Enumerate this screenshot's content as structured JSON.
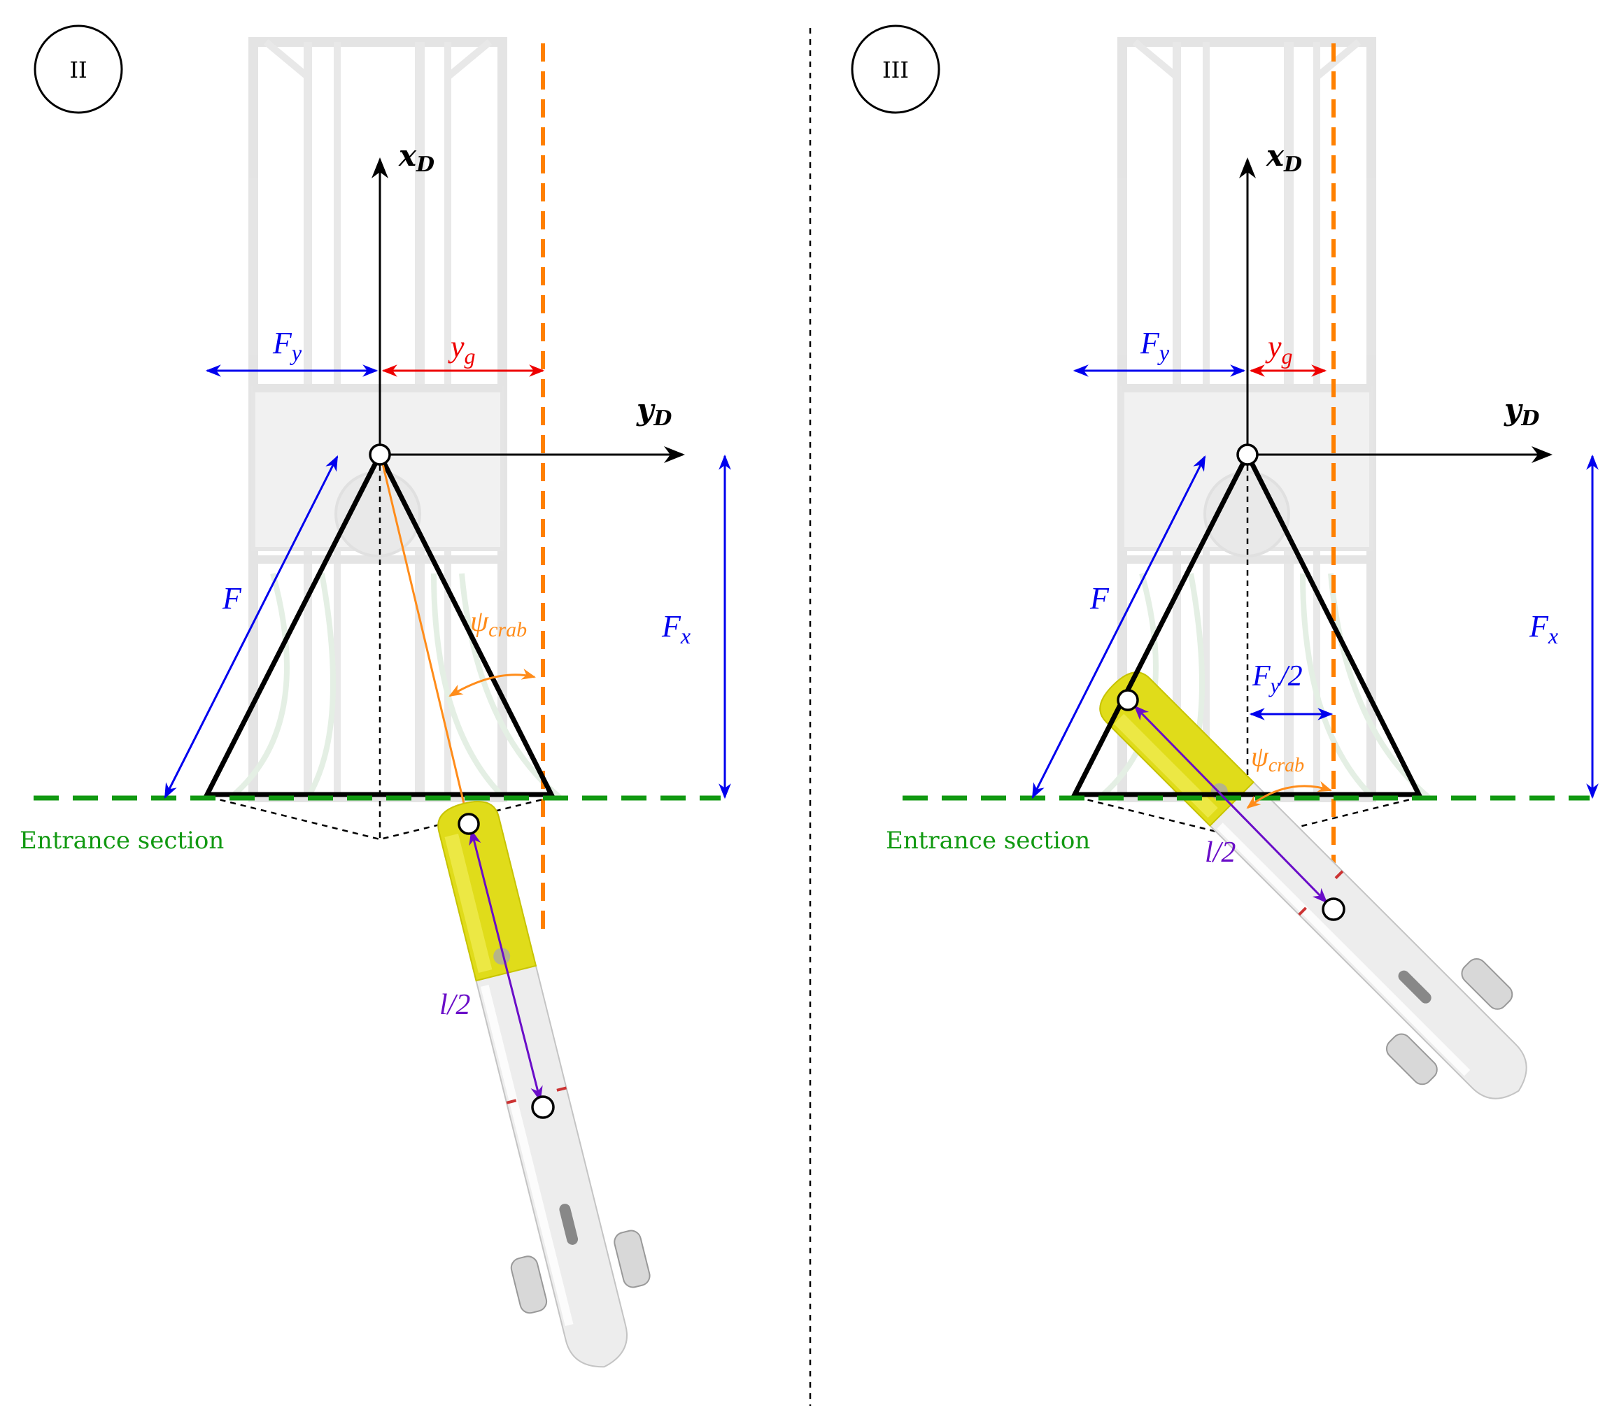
{
  "panels": [
    {
      "id": "II",
      "label": "II",
      "axis_x": "x",
      "axis_x_sub": "D",
      "axis_y": "y",
      "axis_y_sub": "D",
      "fy_label": "F",
      "fy_sub": "y",
      "yg_label": "y",
      "yg_sub": "g",
      "f_label": "F",
      "fx_label": "F",
      "fx_sub": "x",
      "psi_label": "ψ",
      "psi_sub": "crab",
      "half_len_label": "l/2",
      "entrance_label": "Entrance section"
    },
    {
      "id": "III",
      "label": "III",
      "axis_x": "x",
      "axis_x_sub": "D",
      "axis_y": "y",
      "axis_y_sub": "D",
      "fy_label": "F",
      "fy_sub": "y",
      "yg_label": "y",
      "yg_sub": "g",
      "f_label": "F",
      "fx_label": "F",
      "fx_sub": "x",
      "fy_half_label": "F",
      "fy_half_sub": "y",
      "fy_half_suffix": "/2",
      "psi_label": "ψ",
      "psi_sub": "crab",
      "half_len_label": "l/2",
      "entrance_label": "Entrance section"
    }
  ],
  "colors": {
    "axis": "#000000",
    "force": "#0000ee",
    "offset": "#ee0000",
    "guide": "#ff8000",
    "length": "#6a0dc8",
    "entrance": "#119911",
    "vehicle_nose": "#e3e000",
    "vehicle_body": "#eeeeee",
    "frame": "#d4d4d4"
  }
}
